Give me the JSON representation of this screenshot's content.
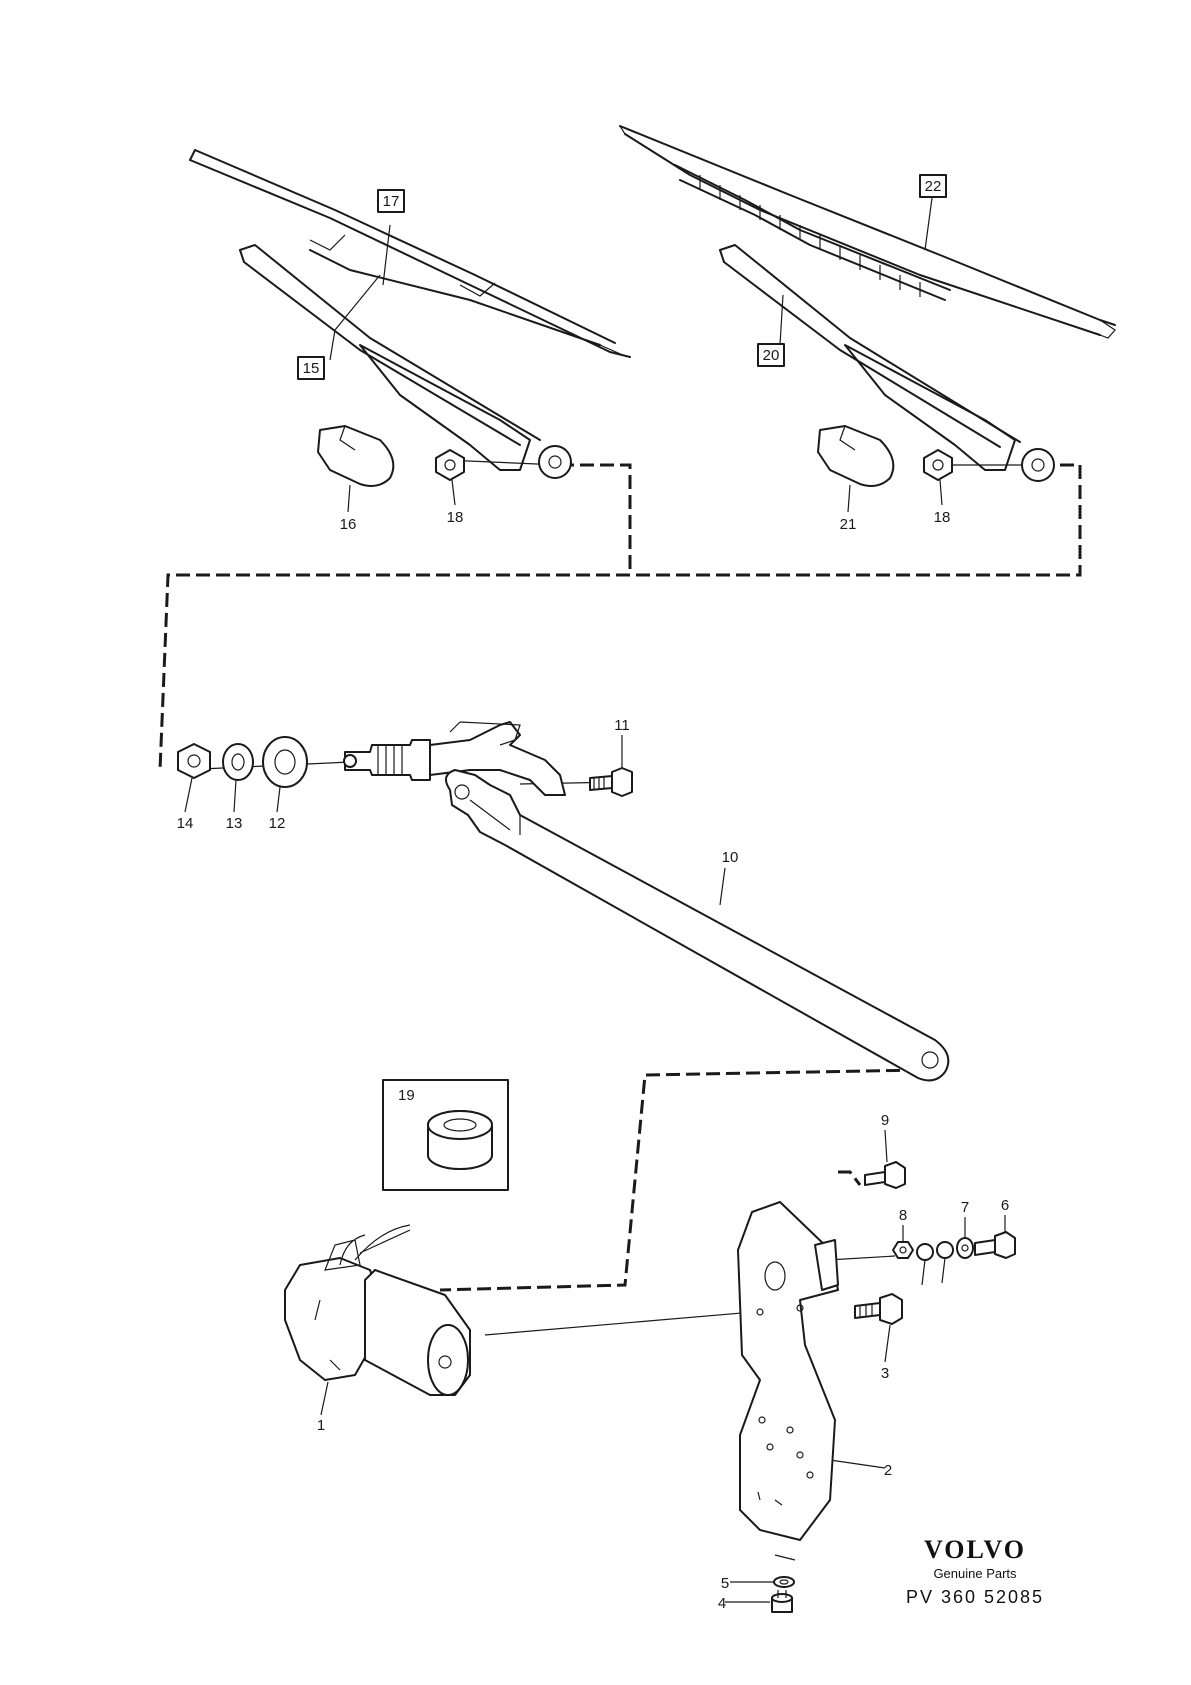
{
  "brand": {
    "name": "VOLVO",
    "subtitle": "Genuine Parts",
    "part_number": "PV 360 52085"
  },
  "callouts": {
    "n1": "1",
    "n2": "2",
    "n3": "3",
    "n4": "4",
    "n5": "5",
    "n6": "6",
    "n7": "7",
    "n8": "8",
    "n9": "9",
    "n10": "10",
    "n11": "11",
    "n12": "12",
    "n13": "13",
    "n14": "14",
    "n15": "15",
    "n16": "16",
    "n17": "17",
    "n18a": "18",
    "n18b": "18",
    "n19": "19",
    "n20": "20",
    "n21": "21",
    "n22": "22"
  }
}
